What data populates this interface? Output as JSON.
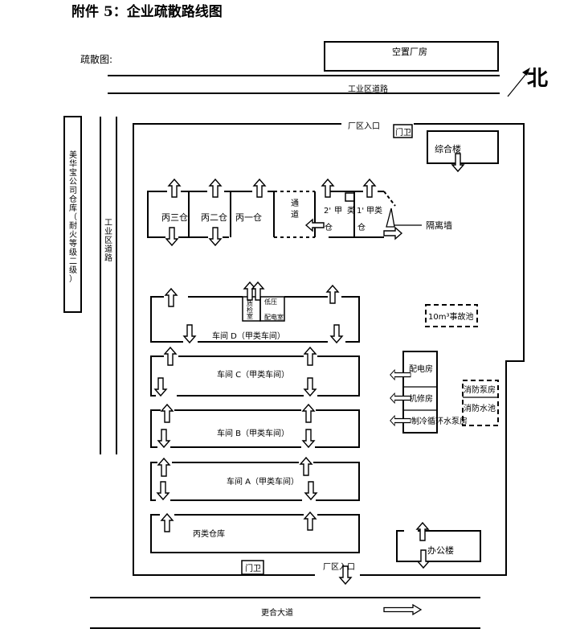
{
  "header": {
    "title": "附件 5：企业疏散路线图",
    "subtitle": "疏散图:"
  },
  "compass": {
    "label": "北"
  },
  "roads": {
    "industrial_road_top": "工业区道路",
    "industrial_road_left": [
      "工",
      "业",
      "区",
      "道",
      "路"
    ],
    "main_road": "更合大道"
  },
  "outside": {
    "vacant_plant": "空置厂房",
    "neighbor_warehouse": [
      "美",
      "华",
      "宝",
      "公",
      "司",
      "仓",
      "库",
      "（",
      "耐",
      "火",
      "等",
      "级",
      "二",
      "级",
      "）"
    ]
  },
  "gates": {
    "entrance_top": "厂区入口",
    "guard_top": "门卫",
    "entrance_bottom": "厂区入口",
    "guard_bottom": "门卫"
  },
  "buildings": {
    "complex": "综合楼",
    "c3_warehouse": "丙三仓",
    "c2_warehouse": "丙二仓",
    "c1_warehouse": "丙一仓",
    "passage": [
      "通",
      "道"
    ],
    "a2_left": [
      "2'",
      "仓"
    ],
    "a2_right": [
      "甲",
      "类"
    ],
    "a1_left": [
      "1'",
      "仓"
    ],
    "a1_right": "甲类",
    "isolation_wall": "隔离墙",
    "qc_room": [
      "质",
      "检",
      "室"
    ],
    "low_voltage": "低压",
    "power_room_d": "配电室",
    "workshop_d": "车间 D（甲类车间）",
    "workshop_c": "车间 C（甲类车间）",
    "workshop_b": "车间 B（甲类车间）",
    "workshop_a": "车间 A（甲类车间）",
    "c_warehouse": "丙类仓库",
    "accident_pool": "10m³事故池",
    "power_room": "配电房",
    "repair_room": "机修房",
    "pump_room": "制冷循环水泵房",
    "fire_pump_room": "消防泵房",
    "fire_pool": "消防水池",
    "office": "办公楼"
  }
}
